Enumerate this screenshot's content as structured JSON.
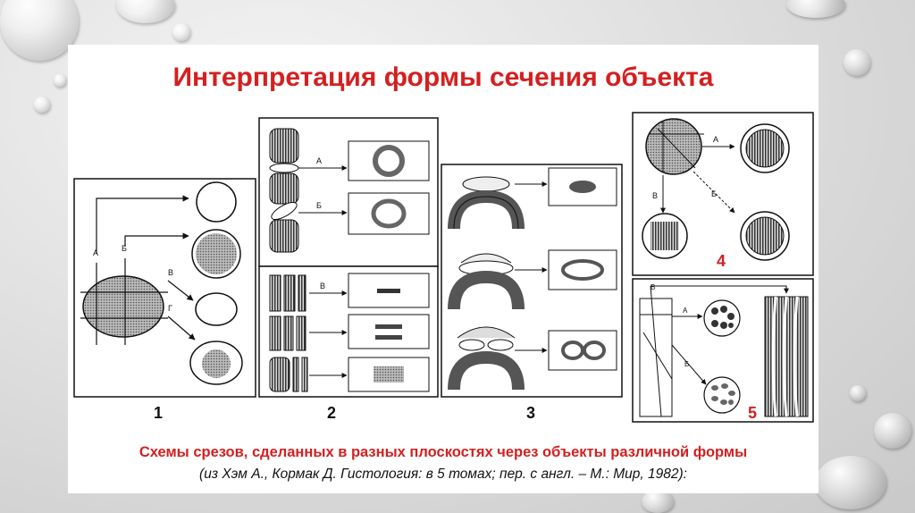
{
  "slide": {
    "title": "Интерпретация формы сечения объекта",
    "caption": "Схемы срезов, сделанных в разных плоскостях через объекты различной формы",
    "reference": "(из Хэм А., Кормак Д. Гистология: в 5 томах; пер. с англ. – М.: Мир, 1982):"
  },
  "panels": {
    "p1": {
      "number": "1",
      "labels": [
        "А",
        "Б",
        "В",
        "Г"
      ]
    },
    "p2": {
      "number": "2",
      "labels": [
        "А",
        "Б",
        "В"
      ]
    },
    "p3": {
      "number": "3"
    },
    "p4": {
      "number": "4",
      "labels": [
        "А",
        "Б",
        "В"
      ]
    },
    "p5": {
      "number": "5",
      "labels": [
        "В",
        "А",
        "Б"
      ]
    }
  },
  "colors": {
    "accent": "#d42020",
    "ink": "#111111"
  }
}
